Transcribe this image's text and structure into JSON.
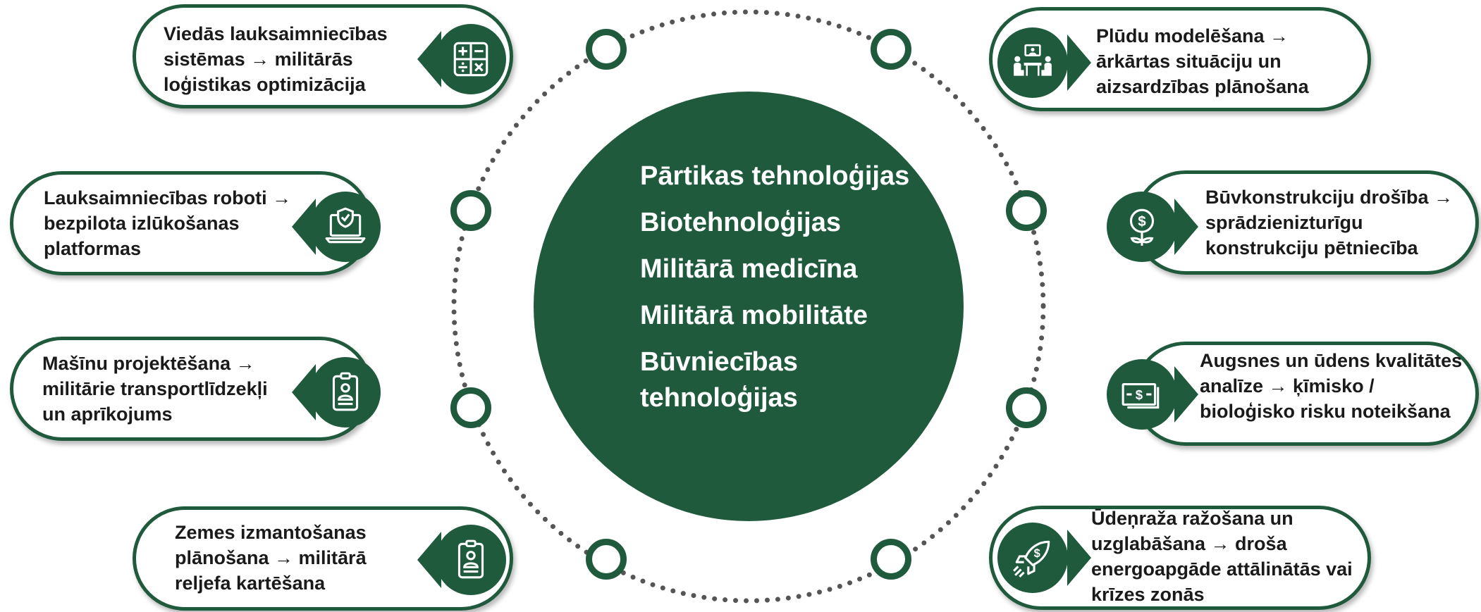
{
  "center": {
    "items": [
      "Pārtikas tehnoloģijas",
      "Biotehnoloģijas",
      "Militārā medicīna",
      "Militārā mobilitāte",
      "Būvniecības tehnoloģijas"
    ]
  },
  "cards": {
    "left": [
      {
        "text": "Viedās lauksaimniecības sistēmas → militārās loģistikas optimizācija",
        "icon": "calculator-icon"
      },
      {
        "text": "Lauksaimniecības roboti → bezpilota izlūkošanas platformas",
        "icon": "shield-laptop-icon"
      },
      {
        "text": "Mašīnu projektēšana → militārie transportlīdzekļi un aprīkojums",
        "icon": "id-badge-icon"
      },
      {
        "text": "Zemes izmantošanas plānošana → militārā reljefa kartēšana",
        "icon": "id-badge-icon"
      }
    ],
    "right": [
      {
        "text": "Plūdu modelēšana → ārkārtas situāciju un aizsardzības plānošana",
        "icon": "meeting-icon"
      },
      {
        "text": "Būvkonstrukciju drošība → sprādzienizturīgu konstrukciju pētniecība",
        "icon": "money-plant-icon"
      },
      {
        "text": "Augsnes un ūdens kvalitātes analīze → ķīmisko / bioloģisko risku noteikšana",
        "icon": "banknote-icon"
      },
      {
        "text": "Ūdeņraža ražošana un uzglabāšana → droša energoapgāde attālinātās vai krīzes zonās",
        "icon": "rocket-icon"
      }
    ]
  },
  "colors": {
    "primary": "#1f5a3d",
    "ring_dots": "#555555",
    "text": "#1a1a1a"
  }
}
